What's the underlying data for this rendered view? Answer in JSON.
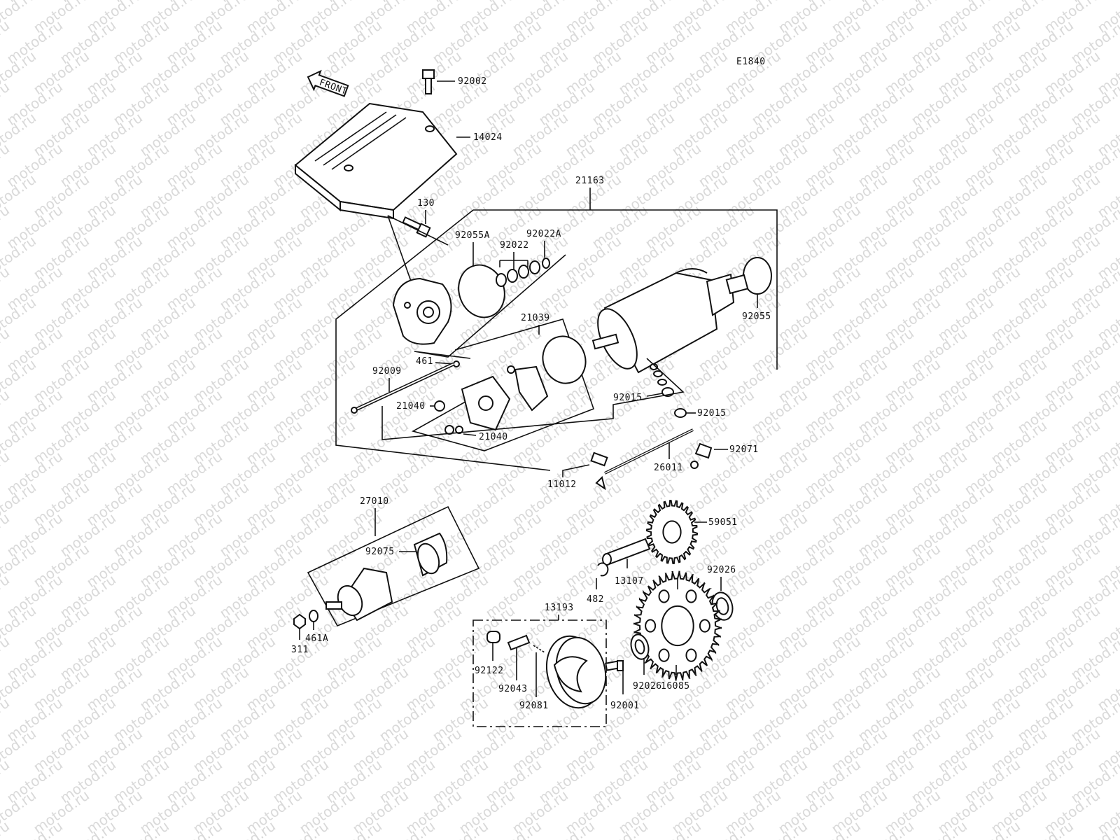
{
  "diagram_code": "E1840",
  "front_arrow": "FRONT",
  "watermark": "motod.ru",
  "parts": {
    "p92002": "92002",
    "p14024": "14024",
    "p21163": "21163",
    "p130": "130",
    "p92055A": "92055A",
    "p92022": "92022",
    "p92022A": "92022A",
    "p92055": "92055",
    "p21039": "21039",
    "p461": "461",
    "p92009": "92009",
    "p21040a": "21040",
    "p21040b": "21040",
    "p92015a": "92015",
    "p92015b": "92015",
    "p92071": "92071",
    "p26011": "26011",
    "p11012": "11012",
    "p27010": "27010",
    "p92075": "92075",
    "p311": "311",
    "p461A": "461A",
    "p59051": "59051",
    "p13107": "13107",
    "p482": "482",
    "p92026a": "92026",
    "p92026b": "92026",
    "p13193": "13193",
    "p92122": "92122",
    "p92043": "92043",
    "p92081": "92081",
    "p92001": "92001",
    "p16085": "16085"
  }
}
